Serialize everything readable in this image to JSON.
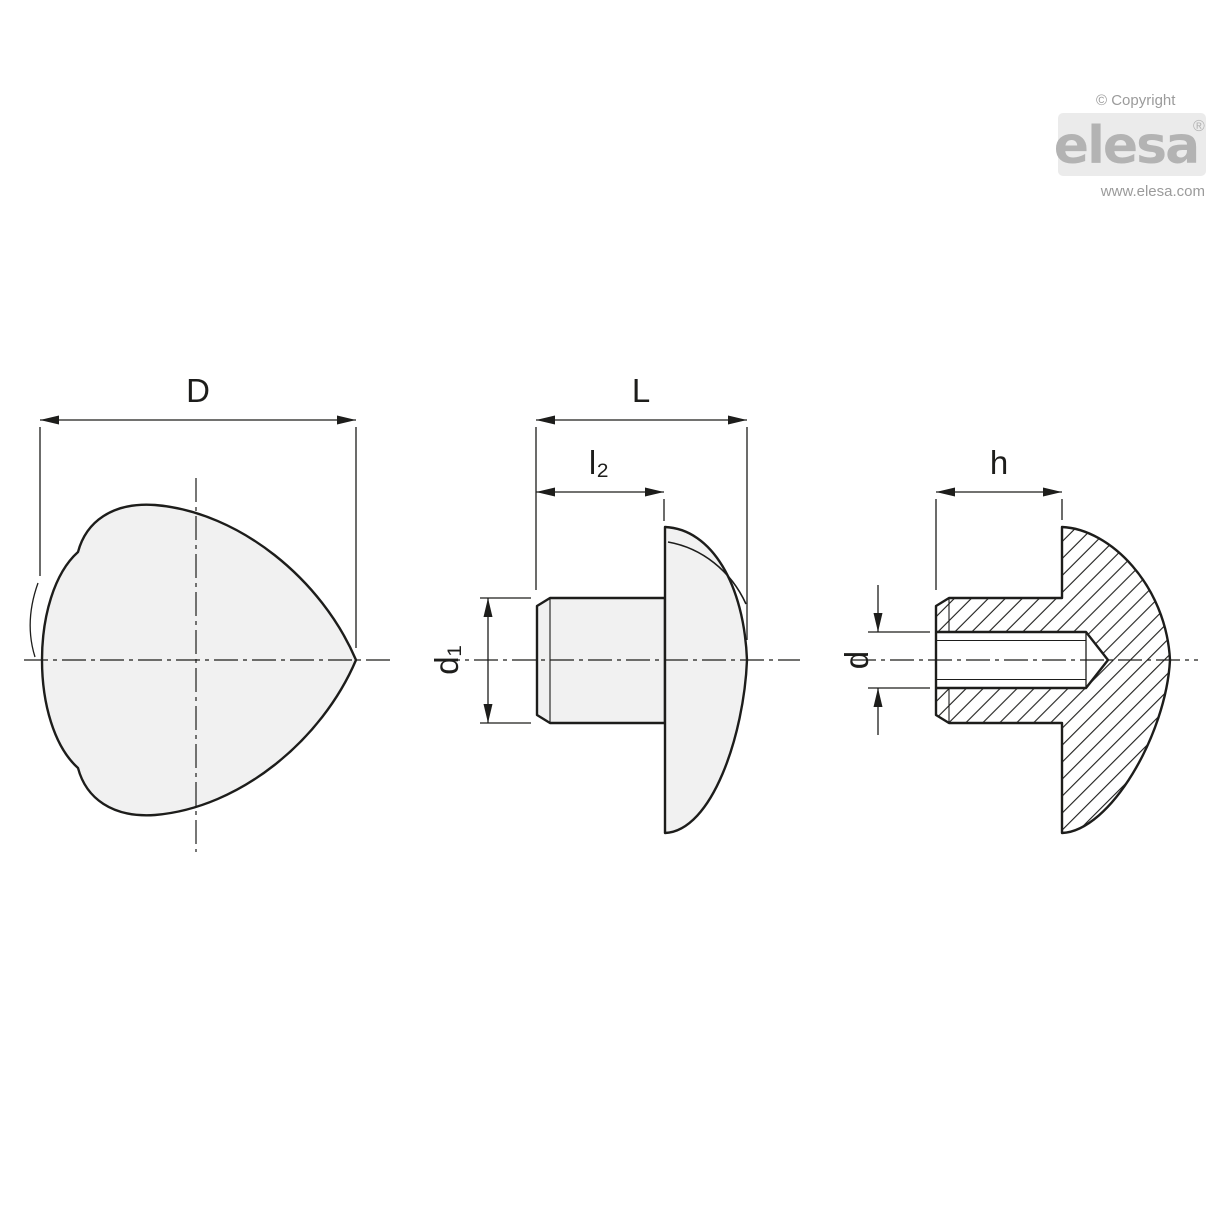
{
  "branding": {
    "copyright": "© Copyright",
    "logo": "elesa",
    "registered": "®",
    "website": "www.elesa.com"
  },
  "dims": {
    "D": "D",
    "L": "L",
    "l2": "l₂",
    "d1": "d₁",
    "h": "h",
    "d": "d"
  },
  "colors": {
    "line": "#1d1d1b",
    "shape_fill": "#f1f1f1",
    "logo_gray": "#b3b3b3",
    "text_gray": "#9b9b9b",
    "logo_box": "#ebebeb"
  }
}
